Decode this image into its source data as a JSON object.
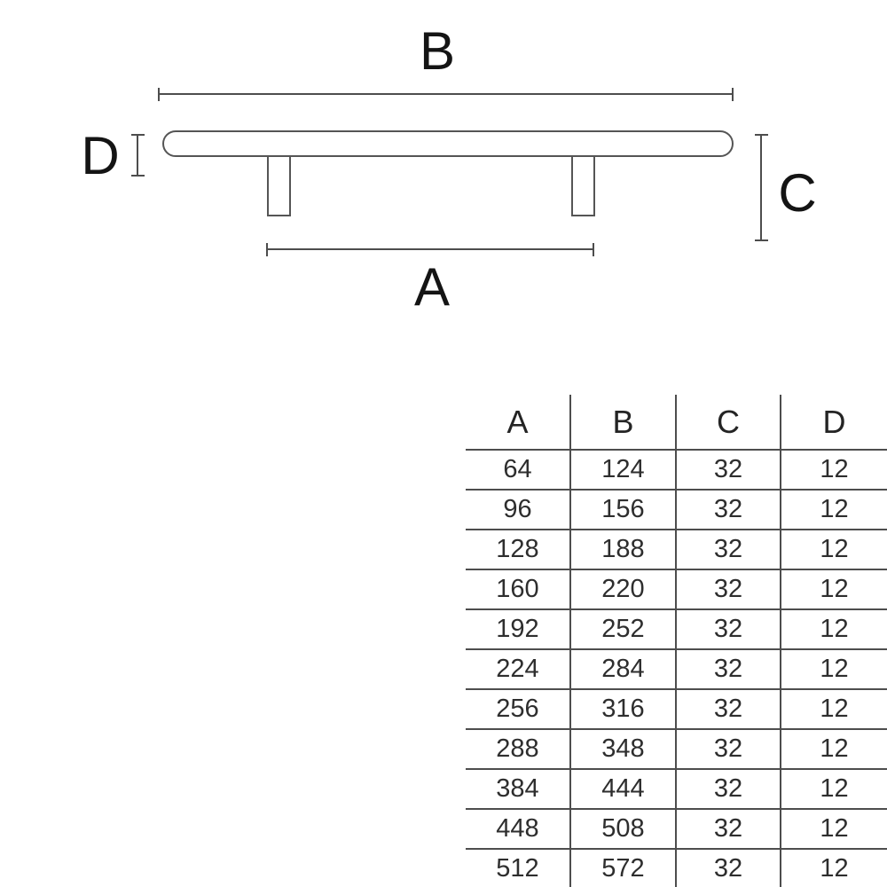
{
  "diagram": {
    "type": "technical-dimension-drawing",
    "subject": "bar-pull-handle",
    "labels": {
      "a": "A",
      "b": "B",
      "c": "C",
      "d": "D"
    },
    "dimension_meanings": {
      "a": "hole-centre distance between posts",
      "b": "overall bar length",
      "c": "overall projection height",
      "d": "bar diameter"
    }
  },
  "table": {
    "headers": [
      "A",
      "B",
      "C",
      "D"
    ],
    "rows": [
      [
        "64",
        "124",
        "32",
        "12"
      ],
      [
        "96",
        "156",
        "32",
        "12"
      ],
      [
        "128",
        "188",
        "32",
        "12"
      ],
      [
        "160",
        "220",
        "32",
        "12"
      ],
      [
        "192",
        "252",
        "32",
        "12"
      ],
      [
        "224",
        "284",
        "32",
        "12"
      ],
      [
        "256",
        "316",
        "32",
        "12"
      ],
      [
        "288",
        "348",
        "32",
        "12"
      ],
      [
        "384",
        "444",
        "32",
        "12"
      ],
      [
        "448",
        "508",
        "32",
        "12"
      ],
      [
        "512",
        "572",
        "32",
        "12"
      ]
    ]
  },
  "colors": {
    "background": "#ffffff",
    "line": "#4d4d4d",
    "outline": "#555555",
    "label_text": "#141414",
    "table_text": "#2e2e2e"
  }
}
